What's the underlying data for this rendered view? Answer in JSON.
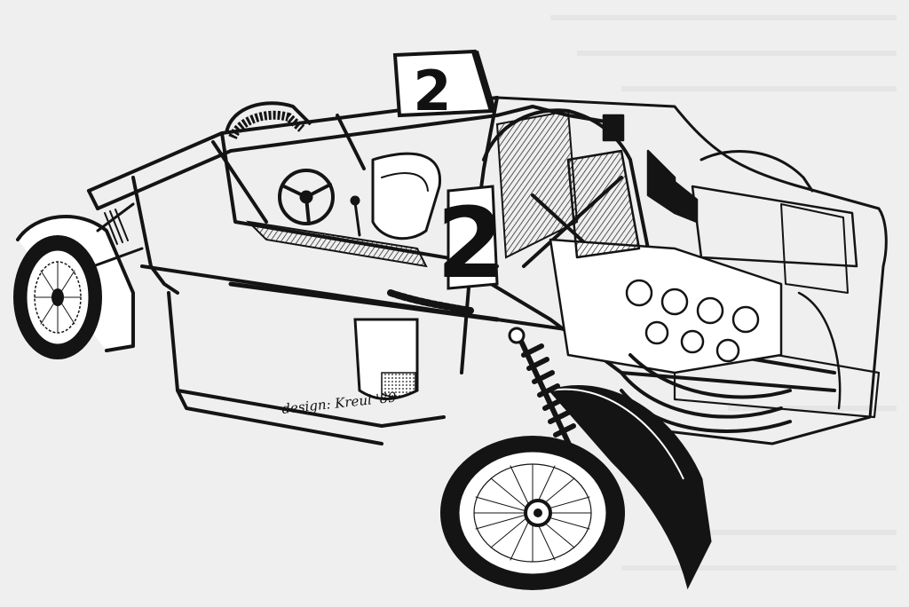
{
  "illustration": {
    "roof_number": "2",
    "door_number": "2",
    "signature": "design: Kreul '89"
  },
  "colors": {
    "paper": "#efefef",
    "ink": "#141414"
  }
}
